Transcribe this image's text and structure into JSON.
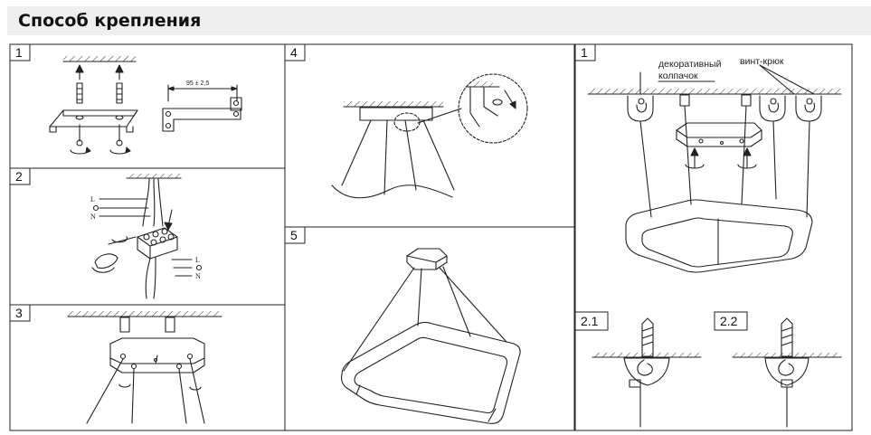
{
  "header": {
    "title": "Способ крепления"
  },
  "panels": [
    {
      "number": "1"
    },
    {
      "number": "2",
      "wire_top": [
        "L",
        "N"
      ],
      "wire_bottom": [
        "L",
        "N"
      ]
    },
    {
      "number": "3"
    },
    {
      "number": "4"
    },
    {
      "number": "5"
    },
    {
      "number": "1",
      "labels": {
        "cap": "декоративный колпачок",
        "cap_line1": "декоративный",
        "cap_line2": "колпачок",
        "hook": "винт-крюк"
      }
    },
    {
      "number": "2.1"
    },
    {
      "number": "2.2"
    }
  ],
  "dimension": "95 ± 2,5",
  "colors": {
    "line": "#222222",
    "header_bg": "#efefef"
  }
}
